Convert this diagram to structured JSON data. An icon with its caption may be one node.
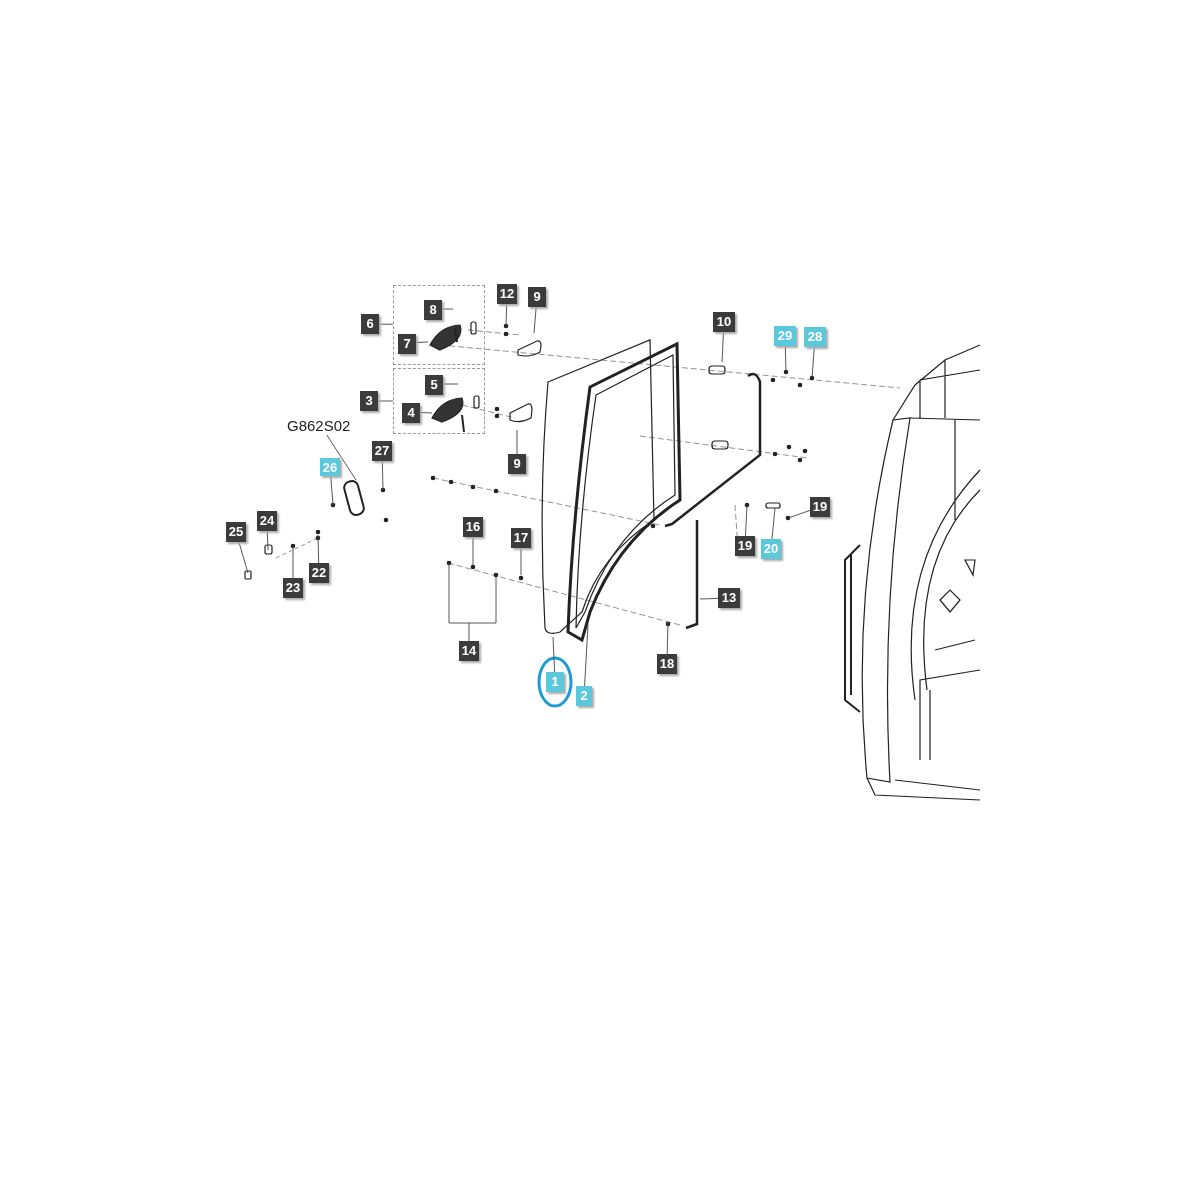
{
  "diagram": {
    "nodes": [
      {
        "text": [],
        "shape": "box"
      },
      {
        "text": [],
        "shape": "box"
      },
      {
        "text": [
          "6"
        ]
      },
      {
        "text": [
          "8"
        ],
        "in": 0
      },
      {
        "text": [
          "7"
        ],
        "in": 0
      },
      {
        "text": [
          "12"
        ]
      },
      {
        "text": [
          "9"
        ]
      },
      {
        "text": [
          "3"
        ]
      },
      {
        "text": [
          "5"
        ],
        "in": 1
      },
      {
        "text": [
          "4"
        ],
        "in": 1
      },
      {
        "text": [
          "9"
        ]
      },
      {
        "text": [
          "10"
        ]
      },
      {
        "text": [
          "29"
        ]
      },
      {
        "text": [
          "28"
        ]
      },
      {
        "text": [
          "G862S02"
        ]
      },
      {
        "text": [
          "26"
        ]
      },
      {
        "text": [
          "27"
        ]
      },
      {
        "text": [
          "24"
        ]
      },
      {
        "text": [
          "25"
        ]
      },
      {
        "text": [
          "23"
        ]
      },
      {
        "text": [
          "22"
        ]
      },
      {
        "text": [
          "16"
        ]
      },
      {
        "text": [
          "17"
        ]
      },
      {
        "text": [
          "19"
        ]
      },
      {
        "text": [
          "19"
        ]
      },
      {
        "text": [
          "20"
        ]
      },
      {
        "text": [
          "13"
        ]
      },
      {
        "text": [
          "14"
        ]
      },
      {
        "text": [
          "18"
        ]
      },
      {
        "text": [
          "1"
        ]
      },
      {
        "text": [
          "2"
        ]
      }
    ],
    "edges": [
      {
        "from": 2,
        "to": 0,
        "arrow": "none"
      },
      {
        "from": 3,
        "to": null,
        "arrow": "none"
      },
      {
        "from": 4,
        "to": null,
        "arrow": "none"
      },
      {
        "from": 5,
        "to": null,
        "arrow": "none"
      },
      {
        "from": 6,
        "to": null,
        "arrow": "none"
      },
      {
        "from": 7,
        "to": 1,
        "arrow": "none"
      },
      {
        "from": 8,
        "to": null,
        "arrow": "none"
      },
      {
        "from": 9,
        "to": null,
        "arrow": "none"
      },
      {
        "from": 10,
        "to": null,
        "arrow": "none"
      },
      {
        "from": 11,
        "to": null,
        "arrow": "none"
      },
      {
        "from": 12,
        "to": null,
        "arrow": "none"
      },
      {
        "from": 13,
        "to": null,
        "arrow": "none"
      },
      {
        "from": 14,
        "to": null,
        "arrow": "none"
      },
      {
        "from": 15,
        "to": null,
        "arrow": "none"
      },
      {
        "from": 16,
        "to": null,
        "arrow": "none"
      },
      {
        "from": 17,
        "to": null,
        "arrow": "none"
      },
      {
        "from": 18,
        "to": null,
        "arrow": "none"
      },
      {
        "from": 19,
        "to": null,
        "arrow": "none"
      },
      {
        "from": 20,
        "to": null,
        "arrow": "none"
      },
      {
        "from": 21,
        "to": null,
        "arrow": "none"
      },
      {
        "from": 22,
        "to": null,
        "arrow": "none"
      },
      {
        "from": 23,
        "to": null,
        "arrow": "none"
      },
      {
        "from": 24,
        "to": null,
        "arrow": "none"
      },
      {
        "from": 25,
        "to": null,
        "arrow": "none"
      },
      {
        "from": 26,
        "to": null,
        "arrow": "none"
      },
      {
        "from": 27,
        "to": null,
        "arrow": "none"
      },
      {
        "from": 28,
        "to": null,
        "arrow": "none"
      },
      {
        "from": 29,
        "to": null,
        "arrow": "none"
      },
      {
        "from": 30,
        "to": null,
        "arrow": "none"
      }
    ]
  }
}
